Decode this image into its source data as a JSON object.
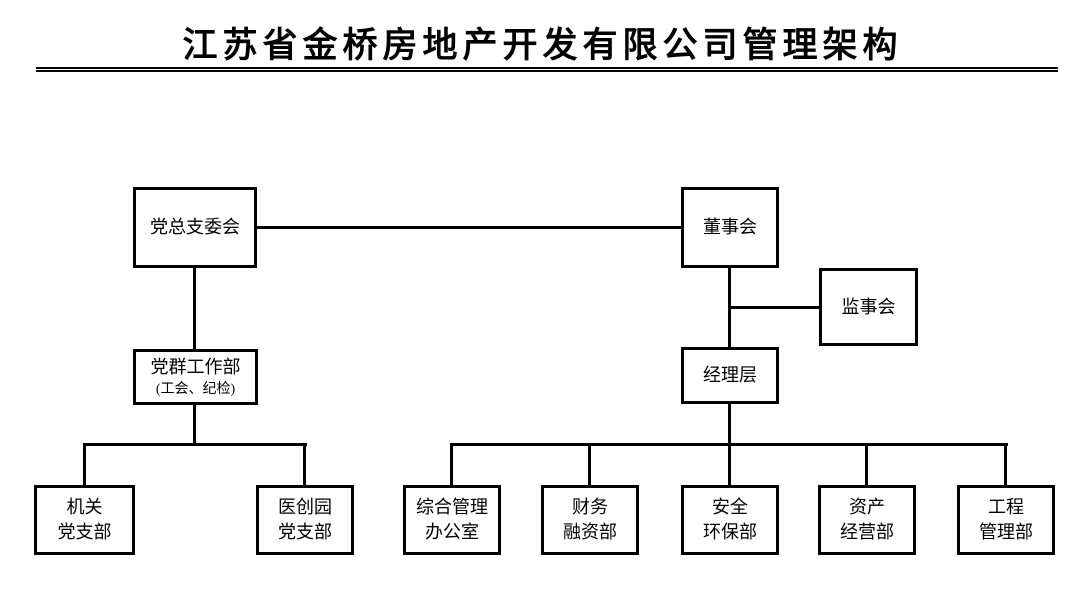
{
  "title": "江苏省金桥房地产开发有限公司管理架构",
  "colors": {
    "line": "#000000",
    "background": "#ffffff",
    "text": "#000000"
  },
  "nodes": {
    "party_committee": {
      "label": "党总支委会"
    },
    "board": {
      "label": "董事会"
    },
    "supervisory": {
      "label": "监事会"
    },
    "party_work": {
      "label": "党群工作部",
      "note": "(工会、纪检)"
    },
    "managers": {
      "label": "经理层"
    },
    "office_branch": {
      "line1": "机关",
      "line2": "党支部"
    },
    "yichuang_branch": {
      "line1": "医创园",
      "line2": "党支部"
    },
    "admin_office": {
      "line1": "综合管理",
      "line2": "办公室"
    },
    "finance_dept": {
      "line1": "财务",
      "line2": "融资部"
    },
    "safety_dept": {
      "line1": "安全",
      "line2": "环保部"
    },
    "asset_dept": {
      "line1": "资产",
      "line2": "经营部"
    },
    "engineering_dept": {
      "line1": "工程",
      "line2": "管理部"
    }
  },
  "relations": [
    {
      "from": "党总支委会",
      "to": "董事会",
      "type": "lateral"
    },
    {
      "from": "董事会",
      "to": "监事会",
      "type": "lateral"
    },
    {
      "from": "党总支委会",
      "to": "党群工作部",
      "type": "reports"
    },
    {
      "from": "党群工作部",
      "to": "机关党支部",
      "type": "reports"
    },
    {
      "from": "党群工作部",
      "to": "医创园党支部",
      "type": "reports"
    },
    {
      "from": "董事会",
      "to": "经理层",
      "type": "reports"
    },
    {
      "from": "经理层",
      "to": "综合管理办公室",
      "type": "reports"
    },
    {
      "from": "经理层",
      "to": "财务融资部",
      "type": "reports"
    },
    {
      "from": "经理层",
      "to": "安全环保部",
      "type": "reports"
    },
    {
      "from": "经理层",
      "to": "资产经营部",
      "type": "reports"
    },
    {
      "from": "经理层",
      "to": "工程管理部",
      "type": "reports"
    }
  ]
}
